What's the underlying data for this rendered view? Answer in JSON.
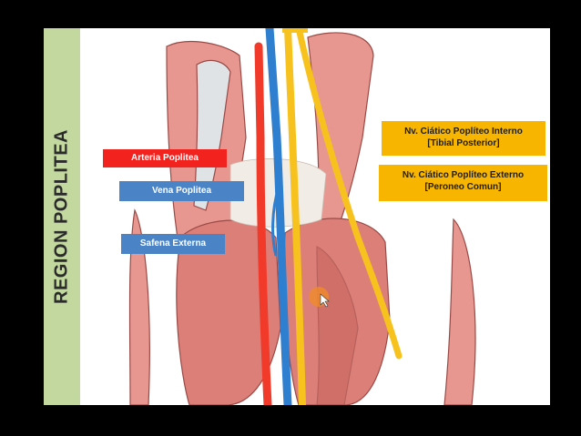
{
  "slide": {
    "title": "REGION POPLITEA"
  },
  "labels": {
    "arteria_poplitea": {
      "text": "Arteria Poplitea",
      "color": "#f2231f"
    },
    "vena_poplitea": {
      "text": "Vena Poplitea",
      "color": "#4a84c6"
    },
    "safena_externa": {
      "text": "Safena Externa",
      "color": "#4a84c6"
    },
    "ciatico_interno": {
      "line1": "Nv. Ciático Poplíteo Interno",
      "line2": "[Tibial Posterior]",
      "color": "#f7b500"
    },
    "ciatico_externo": {
      "line1": "Nv. Ciático Poplíteo Externo",
      "line2": "[Peroneo Comun]",
      "color": "#f7b500"
    }
  },
  "colors": {
    "muscle": "#e8918a",
    "muscle_dark": "#c8625c",
    "tendon": "#d9dde0",
    "artery": "#f23a2a",
    "vein": "#2f7fd0",
    "nerve": "#f7c21e",
    "sidebar": "#c3d89f"
  }
}
